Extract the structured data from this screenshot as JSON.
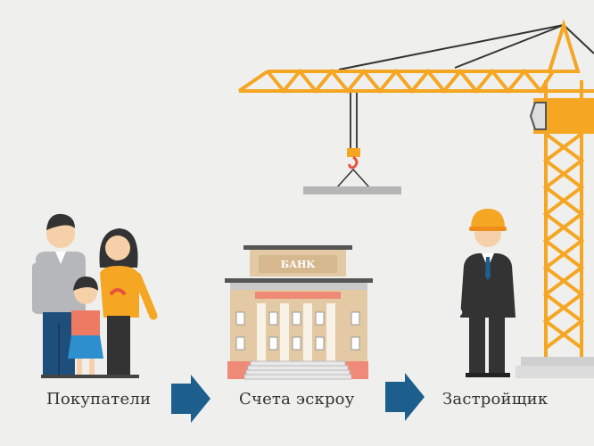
{
  "flow": {
    "steps": [
      {
        "label": "Покупатели"
      },
      {
        "label": "Счета эскроу"
      },
      {
        "label": "Застройщик"
      }
    ]
  },
  "bank": {
    "sign": "БАНК"
  },
  "colors": {
    "crane": "#f5a623",
    "arrow": "#1d5f8c",
    "background": "#efefed"
  }
}
